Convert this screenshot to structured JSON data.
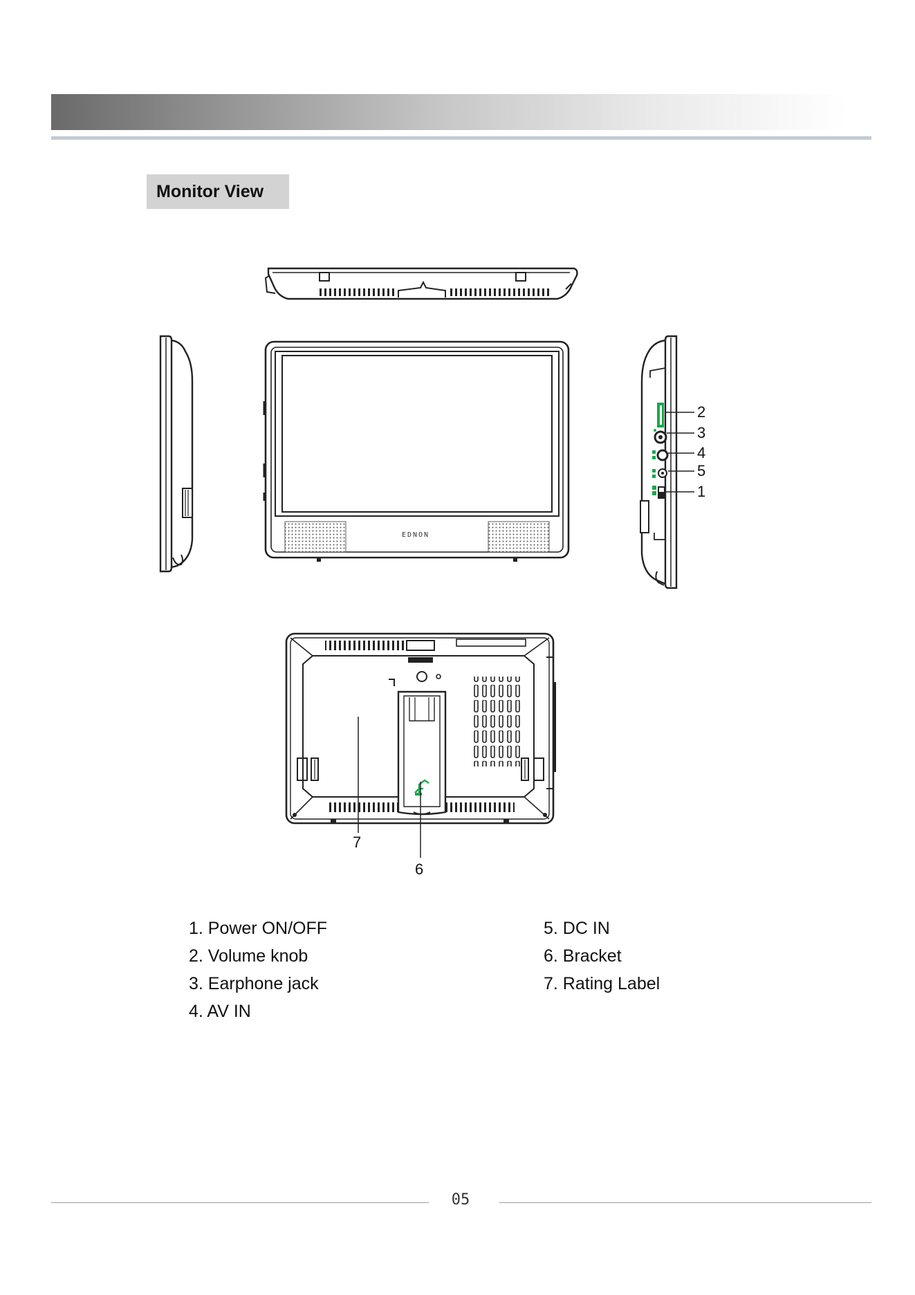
{
  "section": {
    "title": "Monitor View"
  },
  "device": {
    "logo": "EDNON"
  },
  "callouts": {
    "c1": "1",
    "c2": "2",
    "c3": "3",
    "c4": "4",
    "c5": "5",
    "c6": "6",
    "c7": "7"
  },
  "legend": {
    "left": [
      "1. Power ON/OFF",
      "2. Volume knob",
      "3. Earphone jack",
      "4. AV IN"
    ],
    "right": [
      "5. DC IN",
      "6. Bracket",
      "7. Rating Label"
    ]
  },
  "footer": {
    "page_number": "05"
  },
  "colors": {
    "accent_green": "#1aa84b",
    "header_rule": "#c3cbd2",
    "label_bg": "#d3d3d3"
  }
}
